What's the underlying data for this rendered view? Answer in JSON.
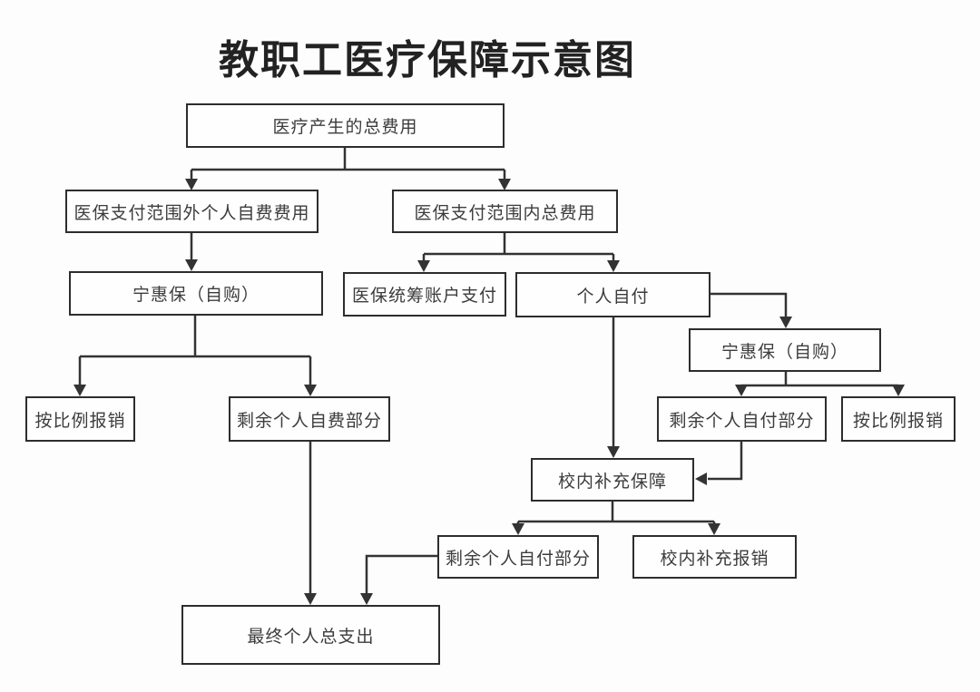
{
  "title": "教职工医疗保障示意图",
  "colors": {
    "background": "#fdfdfd",
    "line": "#333333",
    "box_border": "#2d2d2d",
    "text": "#3c3c3c",
    "title_text": "#222222"
  },
  "nodes": {
    "total_cost": "医疗产生的总费用",
    "outside_scope_self_funded": "医保支付范围外个人自费费用",
    "inside_scope_total": "医保支付范围内总费用",
    "ninghuibao_left": "宁惠保（自购）",
    "pooling_account_pay": "医保统筹账户支付",
    "personal_self_pay": "个人自付",
    "ninghuibao_right": "宁惠保（自购）",
    "proportional_reimburse_left": "按比例报销",
    "remaining_self_funded": "剩余个人自费部分",
    "remaining_self_pay_right": "剩余个人自付部分",
    "proportional_reimburse_right": "按比例报销",
    "campus_supplement_cover": "校内补充保障",
    "remaining_self_pay_bottom": "剩余个人自付部分",
    "campus_supplement_reimburse": "校内补充报销",
    "final_personal_total": "最终个人总支出"
  },
  "edges": [
    {
      "from": "total_cost",
      "to": "outside_scope_self_funded"
    },
    {
      "from": "total_cost",
      "to": "inside_scope_total"
    },
    {
      "from": "outside_scope_self_funded",
      "to": "ninghuibao_left"
    },
    {
      "from": "ninghuibao_left",
      "to": "proportional_reimburse_left"
    },
    {
      "from": "ninghuibao_left",
      "to": "remaining_self_funded"
    },
    {
      "from": "inside_scope_total",
      "to": "pooling_account_pay"
    },
    {
      "from": "inside_scope_total",
      "to": "personal_self_pay"
    },
    {
      "from": "personal_self_pay",
      "to": "campus_supplement_cover"
    },
    {
      "from": "personal_self_pay",
      "to": "ninghuibao_right"
    },
    {
      "from": "ninghuibao_right",
      "to": "remaining_self_pay_right"
    },
    {
      "from": "ninghuibao_right",
      "to": "proportional_reimburse_right"
    },
    {
      "from": "remaining_self_pay_right",
      "to": "campus_supplement_cover"
    },
    {
      "from": "campus_supplement_cover",
      "to": "remaining_self_pay_bottom"
    },
    {
      "from": "campus_supplement_cover",
      "to": "campus_supplement_reimburse"
    },
    {
      "from": "remaining_self_funded",
      "to": "final_personal_total"
    },
    {
      "from": "remaining_self_pay_bottom",
      "to": "final_personal_total"
    }
  ]
}
